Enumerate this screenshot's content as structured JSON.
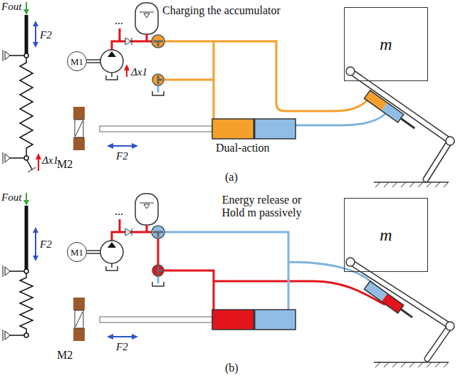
{
  "diagram": {
    "nodes": [
      {
        "text": [
          "M1"
        ]
      },
      {
        "text": [
          "m"
        ]
      },
      {
        "text": [
          "M1"
        ]
      },
      {
        "text": [
          "m"
        ]
      }
    ],
    "labels": [
      "Fout",
      "F2",
      "Δx1",
      "...",
      "Charging the accumulator",
      "Δx1",
      "M2",
      "F2",
      "Dual-action",
      "(a)",
      "Fout",
      "F2",
      "...",
      "Energy release or Hold m passively",
      "M2",
      "F2",
      "(b)"
    ]
  }
}
